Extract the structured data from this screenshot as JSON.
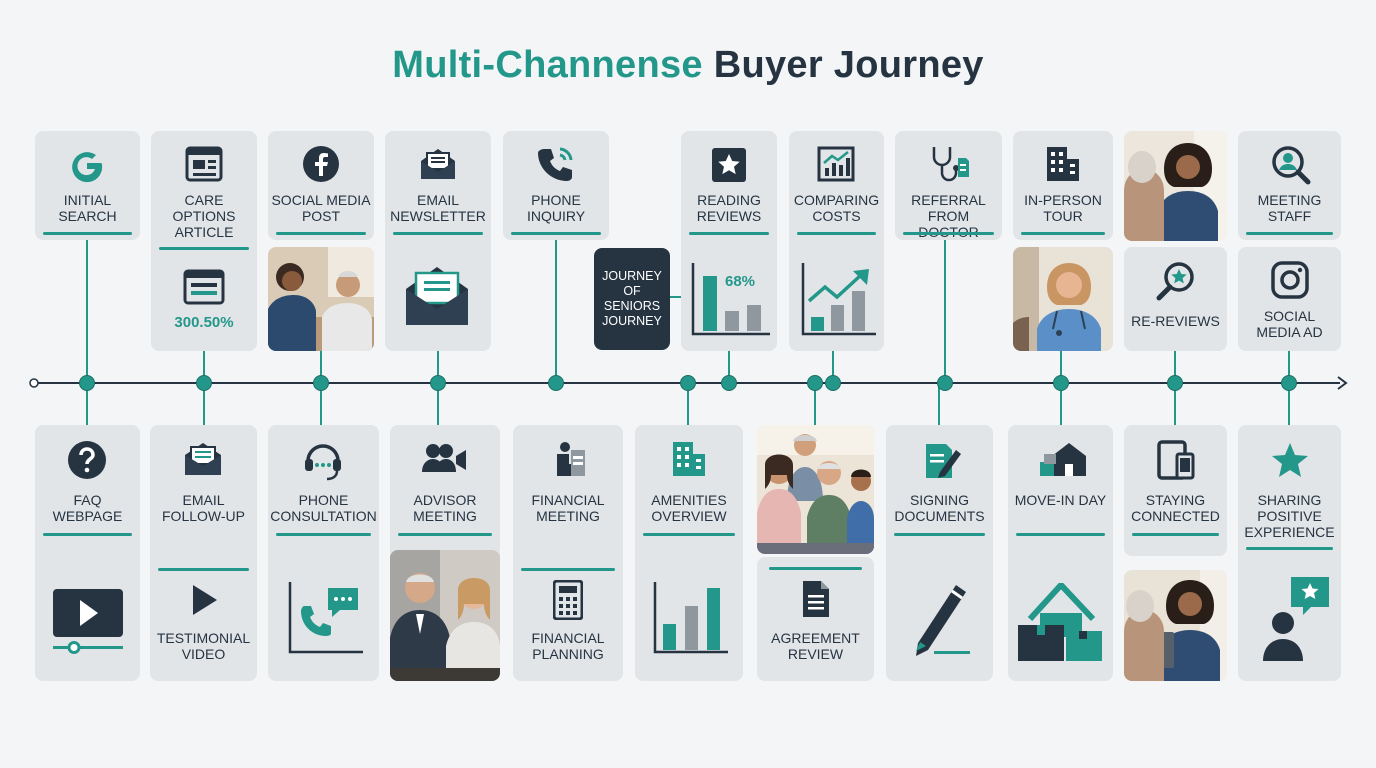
{
  "title": {
    "accent": "Multi-Channense",
    "dark": "Buyer Journey"
  },
  "center_box": "JOURNEY OF SENIORS JOURNEY",
  "colors": {
    "teal": "#23978a",
    "dark": "#263442",
    "card": "#e2e5e8",
    "background": "#f3f5f7"
  },
  "top": {
    "initial_search": {
      "label": "INITIAL SEARCH",
      "icon": "google-icon"
    },
    "care_options": {
      "label": "CARE OPTIONS ARTICLE",
      "icon": "browser-article-icon",
      "value": "300.50%"
    },
    "social_media_post": {
      "label": "SOCIAL MEDIA POST",
      "icon": "facebook-icon"
    },
    "email_newsletter": {
      "label": "EMAIL NEWSLETTER",
      "icon": "envelope-icon"
    },
    "phone_inquiry": {
      "label": "PHONE INQUIRY",
      "icon": "phone-icon"
    },
    "reading_reviews": {
      "label": "READING REVIEWS",
      "icon": "star-icon",
      "value": "68%"
    },
    "comparing_costs": {
      "label": "COMPARING COSTS",
      "icon": "chart-icon"
    },
    "referral": {
      "label": "REFERRAL FROM DOCTOR",
      "icon": "stethoscope-icon"
    },
    "tour": {
      "label": "IN-PERSON TOUR",
      "icon": "building-icon"
    },
    "re_reviews": {
      "label": "RE-REVIEWS",
      "icon": "search-star-icon"
    },
    "meeting_staff": {
      "label": "MEETING STAFF",
      "icon": "search-person-icon"
    },
    "social_ad": {
      "label": "SOCIAL MEDIA AD",
      "icon": "instagram-icon"
    }
  },
  "bottom": {
    "faq": {
      "label": "FAQ WEBPAGE",
      "icon": "question-icon"
    },
    "email_followup": {
      "label": "EMAIL FOLLOW-UP",
      "icon": "envelope-icon"
    },
    "testimonial": {
      "label": "TESTIMONIAL VIDEO",
      "icon": "play-icon"
    },
    "phone_consult": {
      "label": "PHONE CONSULTATION",
      "icon": "headset-icon"
    },
    "advisor": {
      "label": "ADVISOR MEETING",
      "icon": "people-video-icon"
    },
    "financial_meeting": {
      "label": "FINANCIAL MEETING",
      "icon": "desk-person-icon"
    },
    "financial_planning": {
      "label": "FINANCIAL PLANNING",
      "icon": "calculator-icon"
    },
    "amenities": {
      "label": "AMENITIES OVERVIEW",
      "icon": "building-icon"
    },
    "agreement": {
      "label": "AGREEMENT REVIEW",
      "icon": "document-icon"
    },
    "signing": {
      "label": "SIGNING DOCUMENTS",
      "icon": "sign-document-icon"
    },
    "move_in": {
      "label": "MOVE-IN DAY",
      "icon": "house-boxes-icon"
    },
    "staying": {
      "label": "STAYING CONNECTED",
      "icon": "devices-icon"
    },
    "sharing": {
      "label": "SHARING POSITIVE EXPERIENCE",
      "icon": "star-icon"
    }
  }
}
